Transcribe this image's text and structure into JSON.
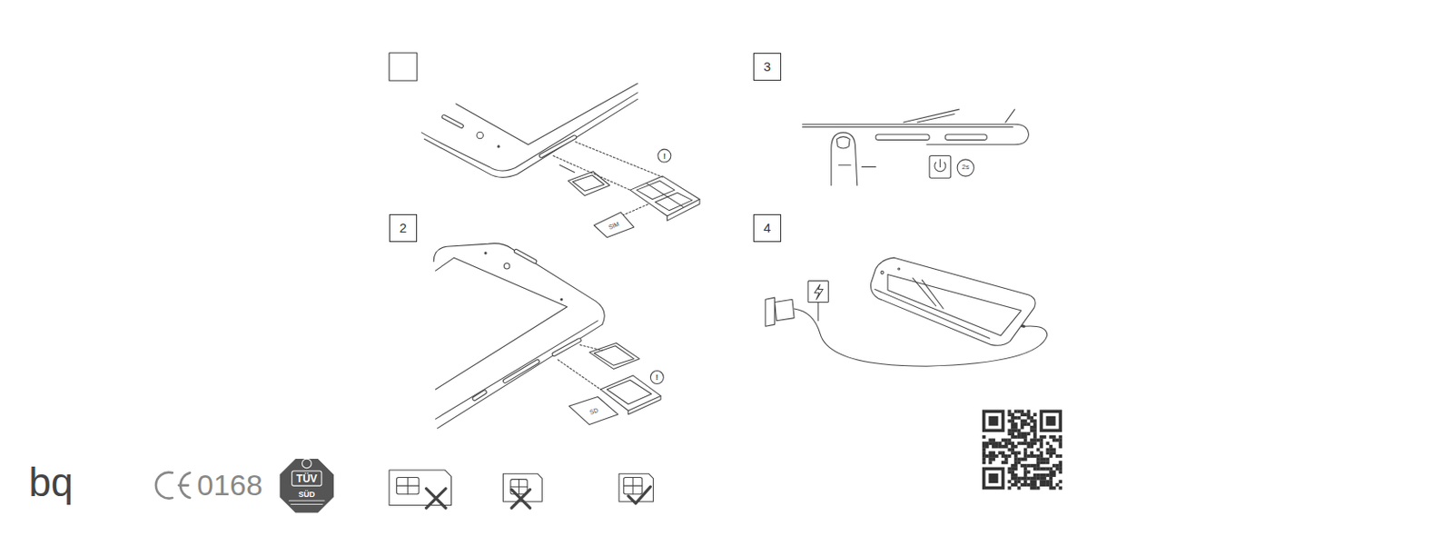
{
  "diagram": {
    "nodes": [
      {
        "text": [
          "3"
        ]
      },
      {
        "text": [
          "2"
        ]
      },
      {
        "text": [
          "4"
        ]
      }
    ],
    "labels": [
      "!",
      "SIM",
      "2s",
      "!",
      "SD",
      "bq",
      "0168",
      "TÜV",
      "SÜD"
    ]
  }
}
